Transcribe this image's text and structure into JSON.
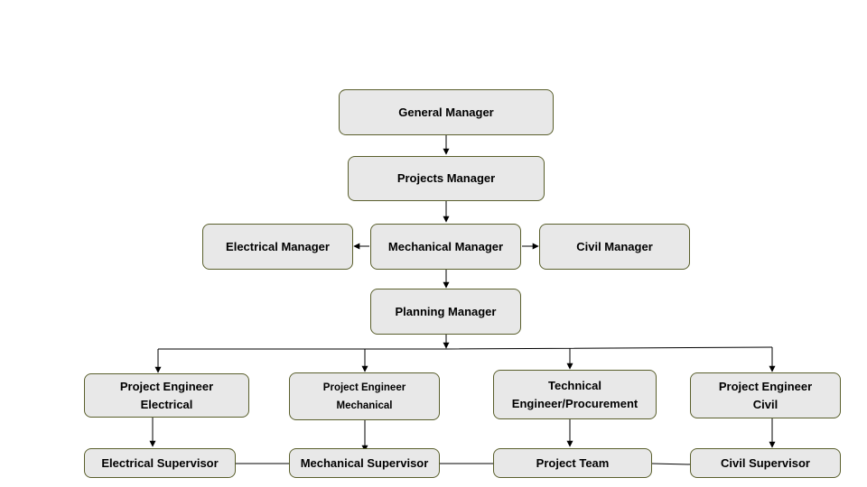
{
  "diagram": {
    "nodes": {
      "general_manager": "General Manager",
      "projects_manager": "Projects Manager",
      "electrical_manager": "Electrical Manager",
      "mechanical_manager": "Mechanical Manager",
      "civil_manager": "Civil Manager",
      "planning_manager": "Planning Manager",
      "pe_electrical": "Project Engineer\nElectrical",
      "pe_mechanical": "Project Engineer\nMechanical",
      "technical_procurement": "Technical\nEngineer/Procurement",
      "pe_civil": "Project Engineer\nCivil",
      "electrical_supervisor": "Electrical Supervisor",
      "mechanical_supervisor": "Mechanical Supervisor",
      "project_team": "Project Team",
      "civil_supervisor": "Civil Supervisor"
    },
    "colors": {
      "node_fill": "#e8e8e8",
      "node_border": "#5a5f2c",
      "connector": "#000000"
    }
  }
}
